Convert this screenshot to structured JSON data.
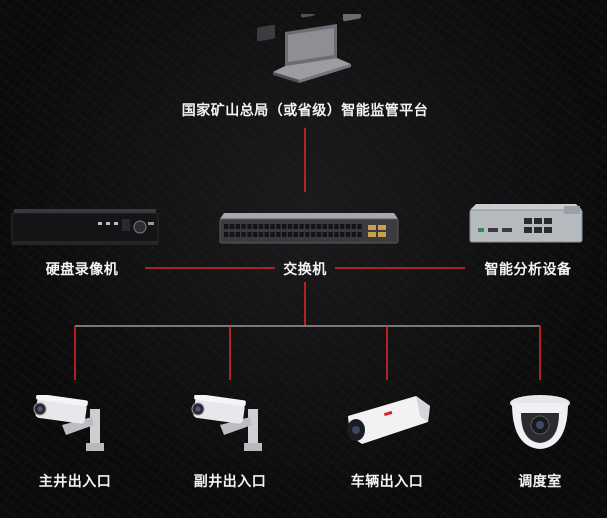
{
  "nodes": {
    "platform": "国家矿山总局（或省级）智能监管平台",
    "nvr": "硬盘录像机",
    "switch": "交换机",
    "analyzer": "智能分析设备",
    "cam_main_shaft": "主井出入口",
    "cam_aux_shaft": "副井出入口",
    "cam_vehicle": "车辆出入口",
    "cam_dispatch": "调度室"
  },
  "colors": {
    "background": "#0b0b0c",
    "connector": "#d8262a",
    "label": "#f3f3f3"
  }
}
